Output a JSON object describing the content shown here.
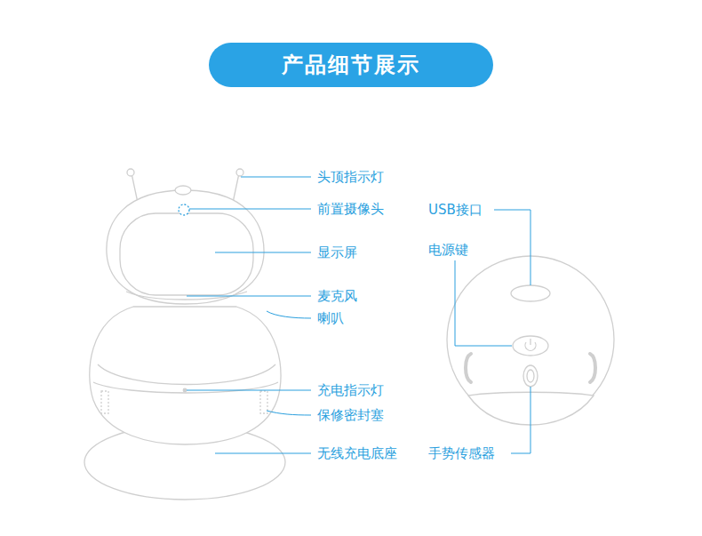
{
  "diagram": {
    "title": "产品细节展示",
    "labels": [
      "头顶指示灯",
      "前置摄像头",
      "显示屏",
      "麦克风",
      "喇叭",
      "充电指示灯",
      "保修密封塞",
      "无线充电底座",
      "USB接口",
      "电源键",
      "手势传感器"
    ]
  }
}
